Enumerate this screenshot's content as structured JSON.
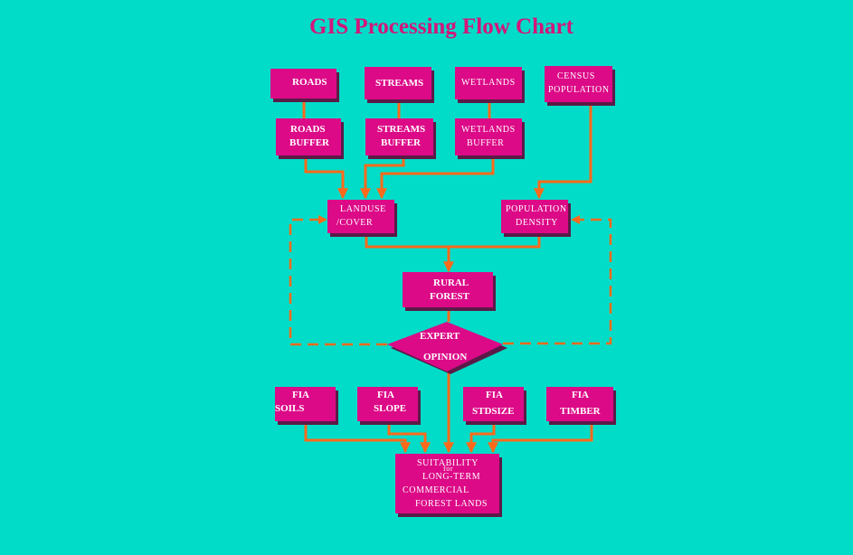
{
  "title": "GIS Processing Flow Chart",
  "colors": {
    "background": "#00dcc8",
    "node_fill": "#dc0a87",
    "node_shadow": "#5a1b47",
    "connector": "#ff6a1a",
    "title": "#d4157a"
  },
  "nodes": {
    "roads": [
      "ROADS"
    ],
    "streams": [
      "STREAMS"
    ],
    "wetlands": [
      "WETLANDS"
    ],
    "census": [
      "CENSUS",
      "POPULATION"
    ],
    "roads_buffer": [
      "ROADS",
      "BUFFER"
    ],
    "streams_buffer": [
      "STREAMS",
      "BUFFER"
    ],
    "wetlands_buffer": [
      "WETLANDS",
      "BUFFER"
    ],
    "landuse": [
      "LANDUSE",
      "/COVER"
    ],
    "population_density": [
      "POPULATION",
      "DENSITY"
    ],
    "rural_forest": [
      "RURAL",
      "FOREST"
    ],
    "expert_opinion": [
      "EXPERT",
      "OPINION"
    ],
    "fia_soils": [
      "FIA",
      "SOILS"
    ],
    "fia_slope": [
      "FIA",
      "SLOPE"
    ],
    "fia_stdsize": [
      "FIA",
      "STDSIZE"
    ],
    "fia_timber": [
      "FIA",
      "TIMBER"
    ],
    "suitability": [
      "SUITABILITY",
      "for",
      "LONG-TERM",
      "COMMERCIAL",
      "FOREST LANDS"
    ]
  }
}
